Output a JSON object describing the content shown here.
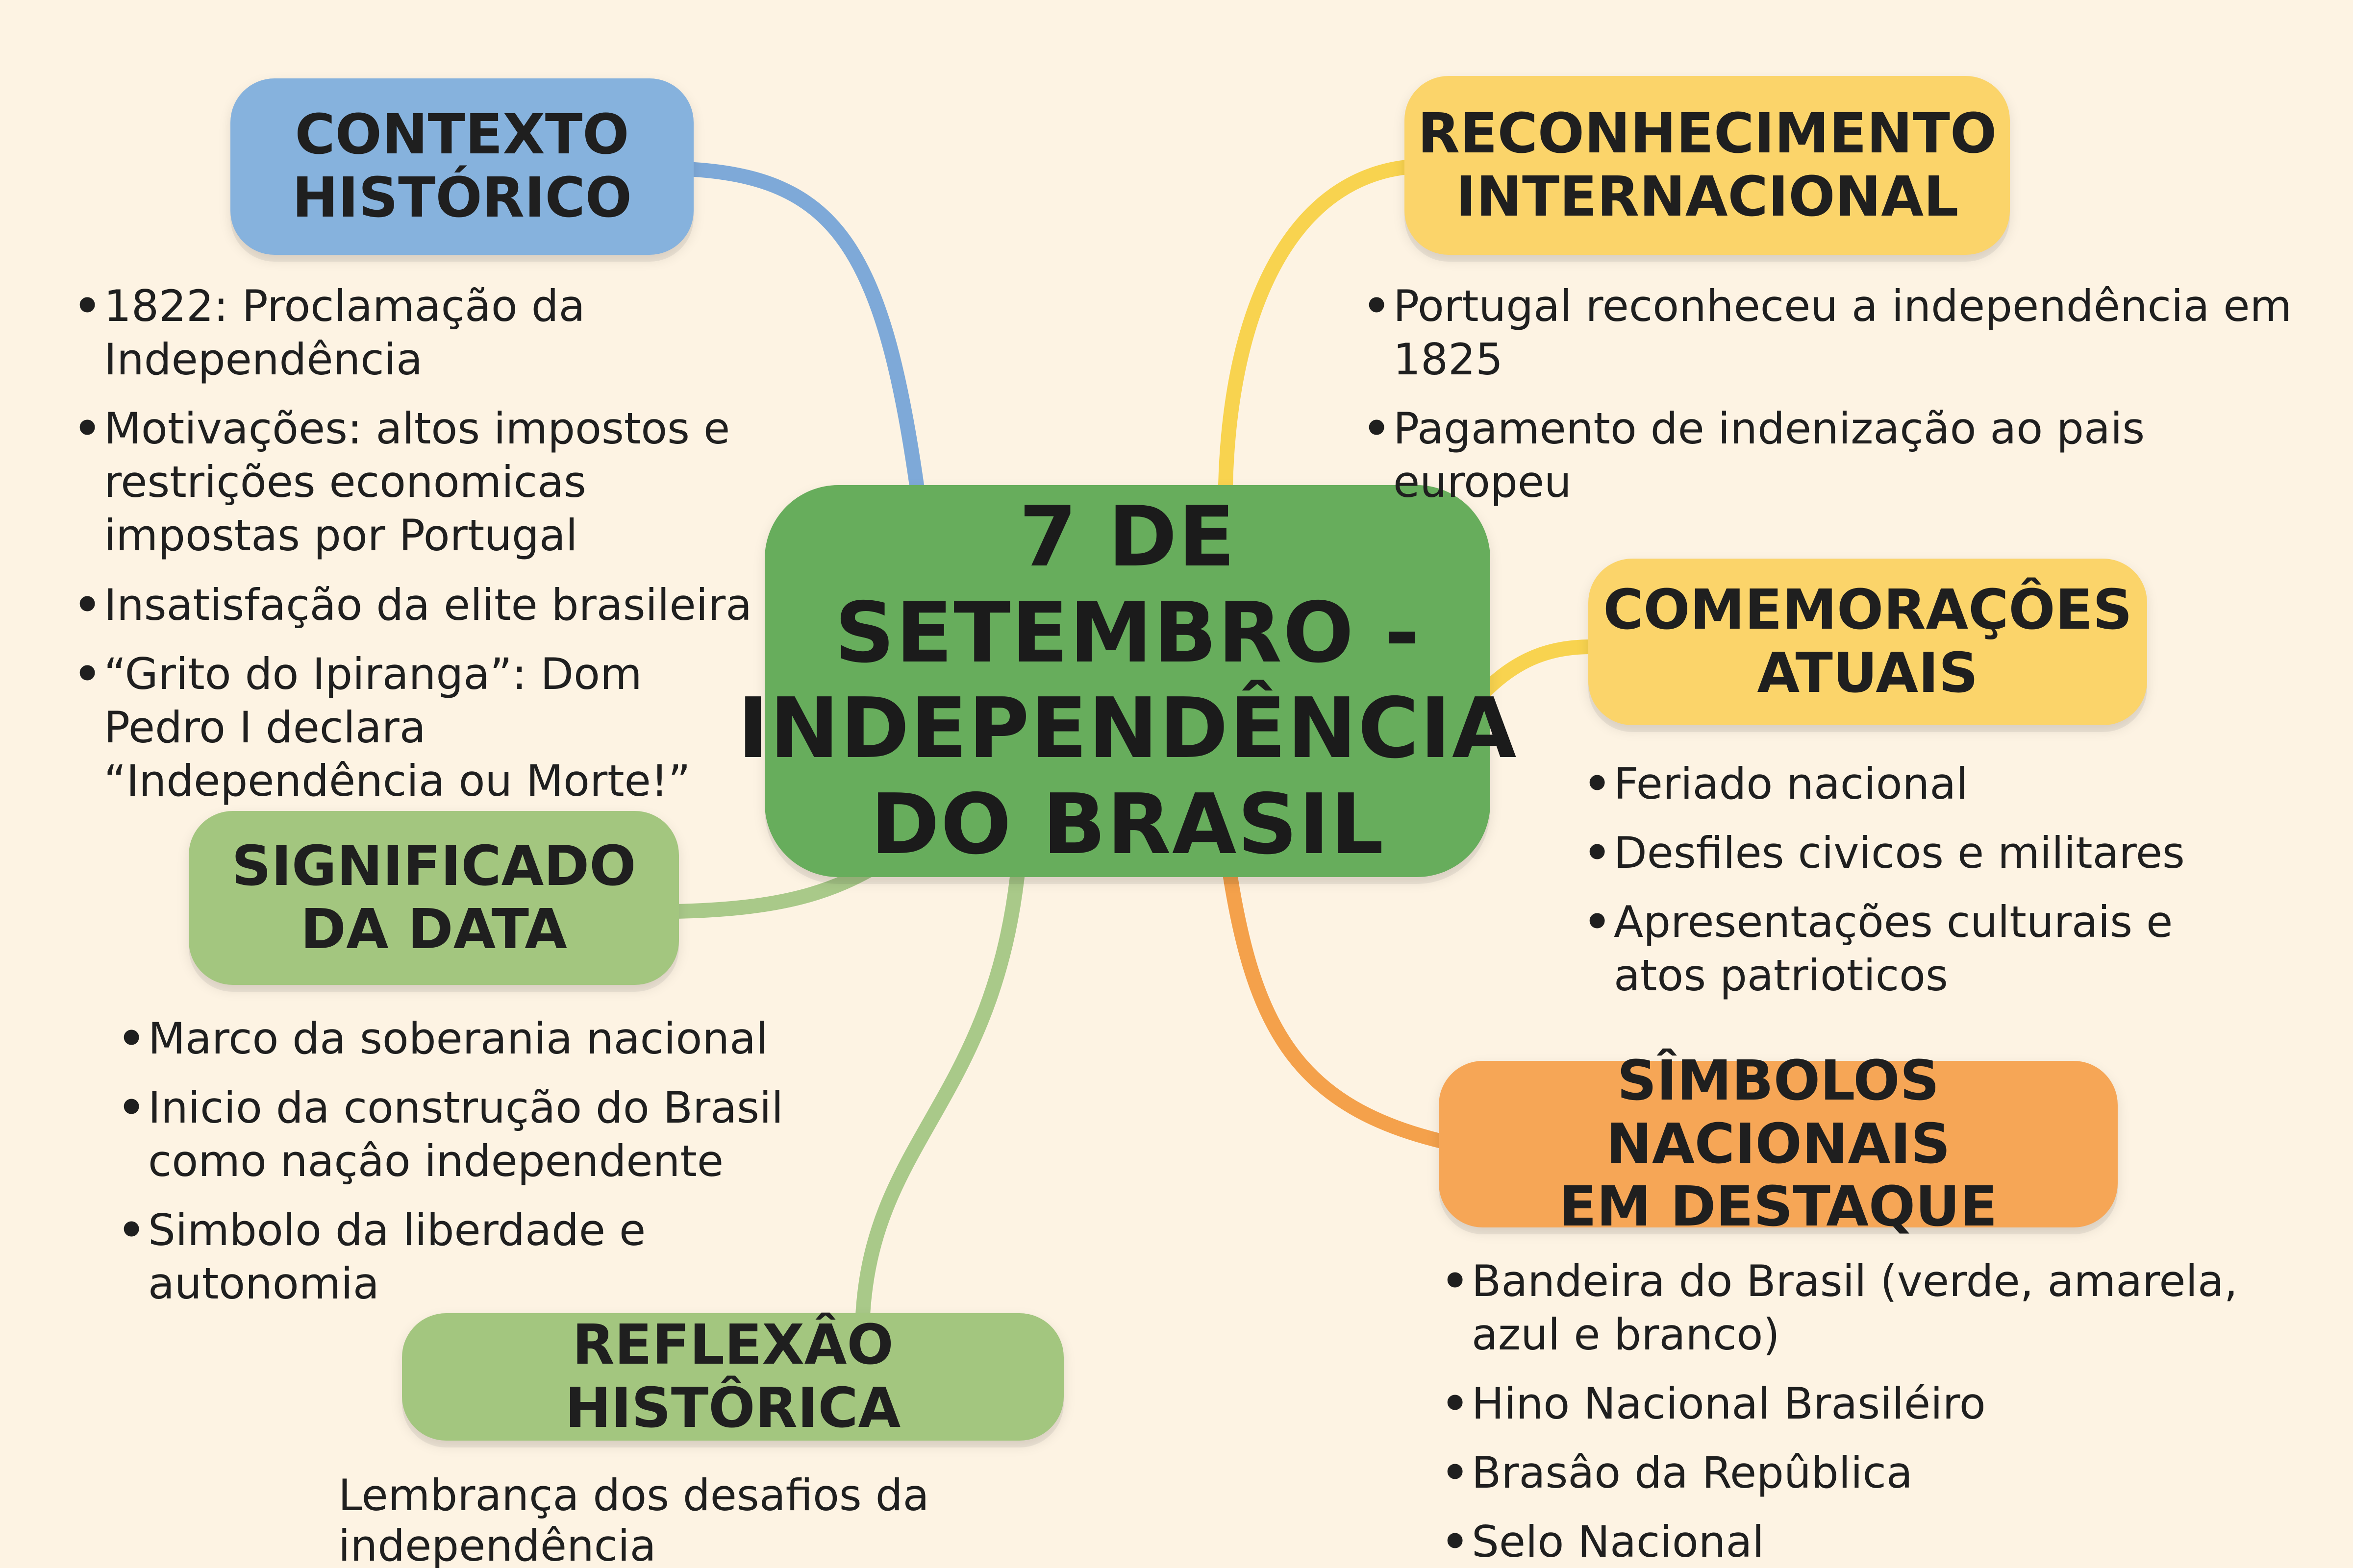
{
  "center": {
    "lines": [
      "7 DE SETEMBRO -",
      "INDEPENDÊNCIA",
      "DO BRASIL"
    ]
  },
  "branches": {
    "contexto": {
      "lines": [
        "CONTEXTO",
        "HISTÓRICO"
      ],
      "color": "#86b2dd",
      "items": [
        "1822: Proclamação da Independência",
        "Motivações: altos impostos e restrições economicas impostas por Portugal",
        "Insatisfação da elite brasileira",
        "“Grito do Ipiranga”: Dom Pedro I declara “Independência ou Morte!”"
      ]
    },
    "reconhecimento": {
      "lines": [
        "RECONHECIMENTO",
        "INTERNACIONAL"
      ],
      "color": "#fbd46a",
      "items": [
        "Portugal reconheceu a independência em 1825",
        "Pagamento de indenização ao pais europeu"
      ]
    },
    "comemoracoes": {
      "lines": [
        "COMEMORAÇÔES",
        "ATUAIS"
      ],
      "color": "#fbd46a",
      "items": [
        "Feriado nacional",
        "Desfiles civicos e militares",
        "Apresentações culturais e atos patrioticos"
      ]
    },
    "significado": {
      "lines": [
        "SIGNIFICADO",
        "DA DATA"
      ],
      "color": "#a3c67f",
      "items": [
        "Marco da soberania nacional",
        "Inicio da construção do Brasil como naçâo independente",
        "Simbolo da liberdade e autonomia"
      ]
    },
    "simbolos": {
      "lines": [
        "SÎMBOLOS NACIONAIS",
        "EM DESTAQUE"
      ],
      "color": "#f6a656",
      "items": [
        "Bandeira do Brasil (verde, amarela, azul e branco)",
        "Hino Nacional Brasiléiro",
        "Brasâo da Repûblica",
        "Selo Nacional"
      ]
    },
    "reflexao": {
      "lines": [
        "REFLEXÂO HISTÔRICA"
      ],
      "color": "#a3c67f",
      "text": "Lembrança dos desafios da independência"
    }
  },
  "colors": {
    "background": "#fdf3e3",
    "center": "#67ad5c",
    "blue": "#86b2dd",
    "yellow": "#fbd46a",
    "light_green": "#a3c67f",
    "orange": "#f6a656"
  }
}
